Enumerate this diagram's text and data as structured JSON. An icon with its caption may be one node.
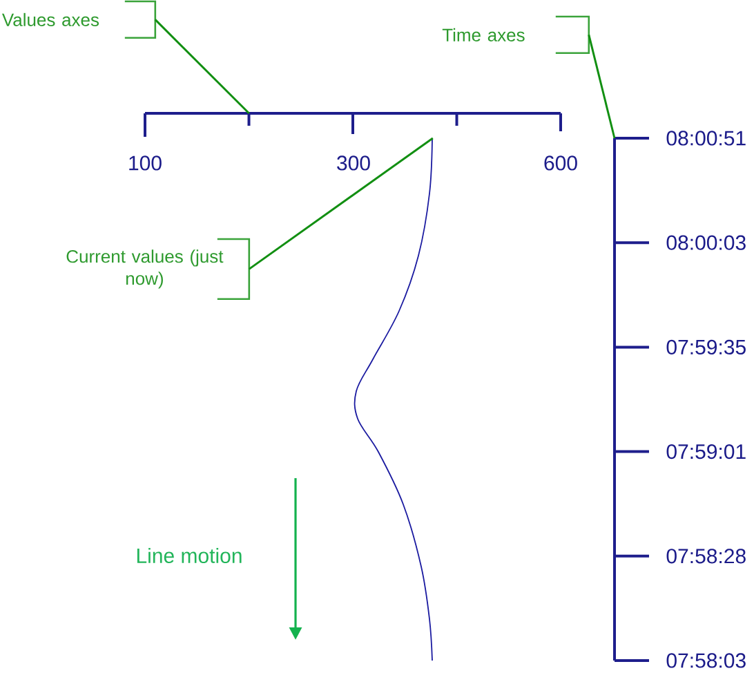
{
  "diagram": {
    "nodes": [
      {
        "text": [
          "Values axes"
        ]
      },
      {
        "text": [
          "Time axes"
        ]
      },
      {
        "text": [],
        "shape": "axis"
      },
      {
        "text": [],
        "shape": "axis",
        "beside": [
          "08:00:51",
          "08:00:03",
          "07:59:35",
          "07:59:01",
          "07:58:28",
          "07:58:03"
        ]
      },
      {
        "text": [
          "Current values (just now)"
        ]
      },
      {
        "text": [],
        "shape": "curve"
      }
    ],
    "edges": [
      {
        "from": 0,
        "to": 2,
        "arrow": "none"
      },
      {
        "from": 1,
        "to": 3,
        "arrow": "none"
      },
      {
        "from": 4,
        "to": 5,
        "arrow": "none"
      }
    ],
    "labels": [
      "100",
      "300",
      "600",
      "Line motion"
    ]
  }
}
